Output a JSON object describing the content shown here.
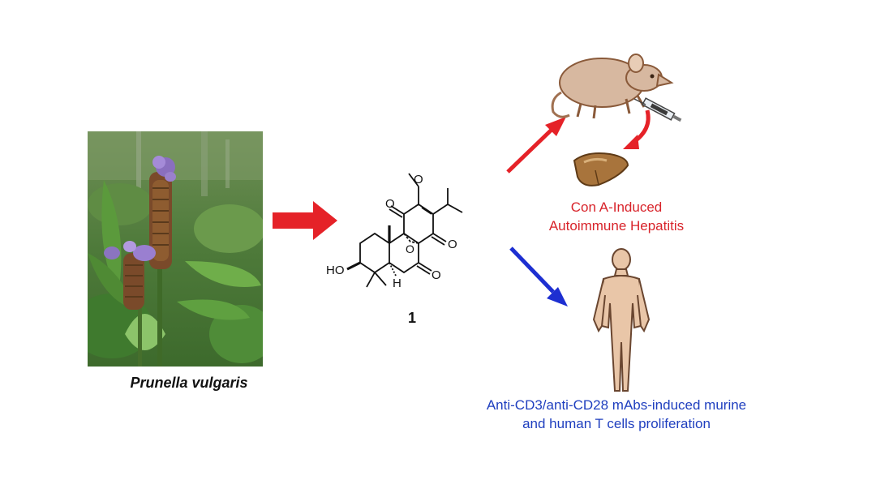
{
  "plant": {
    "caption": "Prunella vulgaris"
  },
  "compound": {
    "number": "1",
    "labels": {
      "hydroxyl": "HO",
      "hydrogen": "H"
    }
  },
  "hepatitis": {
    "line1": "Con A-Induced",
    "line2": "Autoimmune Hepatitis"
  },
  "tcell": {
    "line1": "Anti-CD3/anti-CD28 mAbs-induced murine",
    "line2": "and human T cells proliferation"
  },
  "colors": {
    "red_arrow": "#e52228",
    "blue_arrow": "#1d2fd1",
    "hepatitis_text": "#d8232a",
    "tcell_text": "#1f3fbf",
    "rat_body": "#d7b8a0",
    "human_body": "#e9c6a8",
    "liver": "#a8743c"
  },
  "icons": [
    "rat-icon",
    "syringe-icon",
    "liver-icon",
    "human-figure-icon",
    "plant-photo"
  ]
}
